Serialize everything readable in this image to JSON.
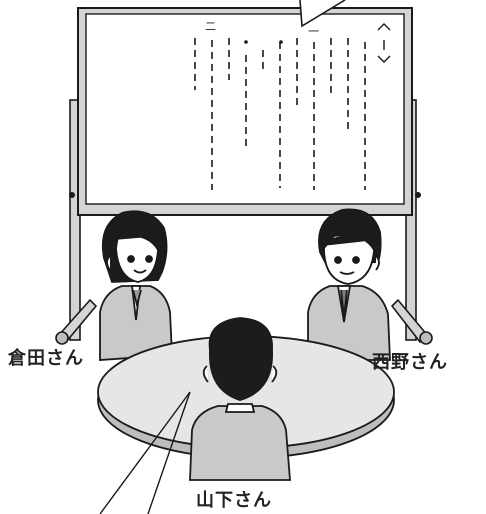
{
  "labels": {
    "kurata": "倉田さん",
    "nishino": "西野さん",
    "yamashita": "山下さん"
  },
  "board": {
    "marks": {
      "kanji_two_left": "二",
      "kanji_two_right": "一"
    }
  },
  "colors": {
    "line": "#1a1a1a",
    "blazer": "#c9c9c9",
    "hair": "#1c1c1c",
    "table": "#e6e6e6",
    "board_frame": "#d4d4d4"
  }
}
